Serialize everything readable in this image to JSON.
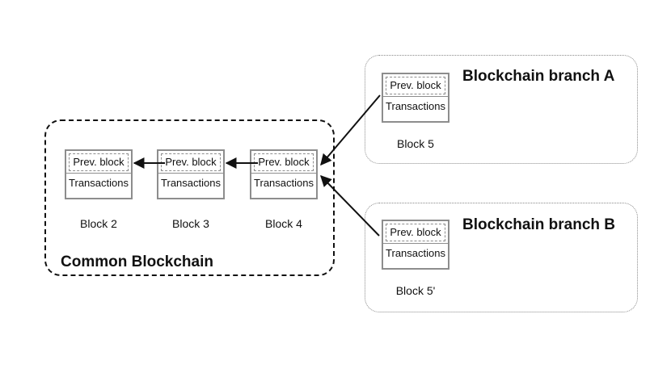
{
  "groups": {
    "common": {
      "title": "Common Blockchain"
    },
    "branch_a": {
      "title": "Blockchain branch A"
    },
    "branch_b": {
      "title": "Blockchain branch B"
    }
  },
  "block_fields": {
    "prev": "Prev. block",
    "transactions": "Transactions"
  },
  "blocks": [
    {
      "label": "Block 2"
    },
    {
      "label": "Block 3"
    },
    {
      "label": "Block 4"
    },
    {
      "label": "Block 5"
    },
    {
      "label": "Block 5'"
    }
  ],
  "colors": {
    "line": "#111111",
    "block_border": "#8d8d8d",
    "branch_border": "#8a8a8a"
  }
}
